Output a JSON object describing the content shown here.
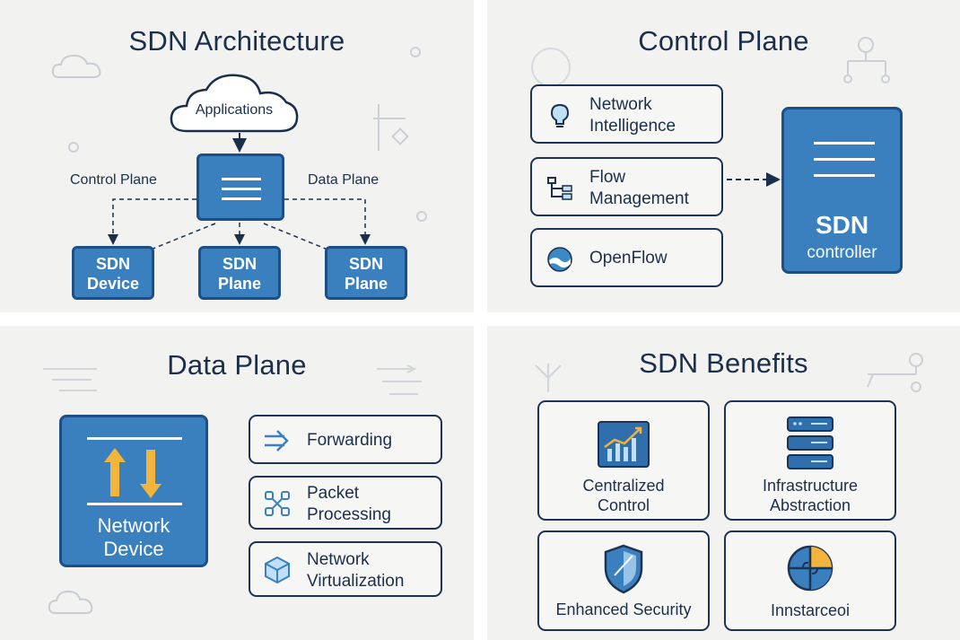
{
  "architecture": {
    "title": "SDN Architecture",
    "cloud_label": "Applications",
    "left_label": "Control Plane",
    "right_label": "Data Plane",
    "devices": [
      {
        "line1": "SDN",
        "line2": "Device"
      },
      {
        "line1": "SDN",
        "line2": "Plane"
      },
      {
        "line1": "SDN",
        "line2": "Plane"
      }
    ]
  },
  "control_plane": {
    "title": "Control Plane",
    "items": [
      {
        "line1": "Network",
        "line2": "Intelligence",
        "icon": "lightbulb-icon"
      },
      {
        "line1": "Flow",
        "line2": "Management",
        "icon": "flowchart-icon"
      },
      {
        "line1": "OpenFlow",
        "line2": "",
        "icon": "openflow-icon"
      }
    ],
    "controller_big": "SDN",
    "controller_small": "controller"
  },
  "data_plane": {
    "title": "Data Plane",
    "device_line1": "Network",
    "device_line2": "Device",
    "items": [
      {
        "line1": "Forwarding",
        "line2": "",
        "icon": "forward-arrow-icon"
      },
      {
        "line1": "Packet",
        "line2": "Processing",
        "icon": "nodes-icon"
      },
      {
        "line1": "Network",
        "line2": "Virtualization",
        "icon": "cube-icon"
      }
    ]
  },
  "benefits": {
    "title": "SDN Benefits",
    "cards": [
      {
        "line1": "Centralized",
        "line2": "Control",
        "icon": "chart-icon"
      },
      {
        "line1": "Infrastructure",
        "line2": "Abstraction",
        "icon": "server-stack-icon"
      },
      {
        "line1": "Enhanced Security",
        "line2": "",
        "icon": "shield-icon"
      },
      {
        "line1": "Innstarceoi",
        "line2": "",
        "icon": "puzzle-globe-icon"
      }
    ]
  },
  "colors": {
    "accent_blue": "#3a80bf",
    "dark_navy": "#1c2f4a",
    "arrow_yellow": "#f2b43a",
    "panel_bg": "#f2f2f1"
  }
}
